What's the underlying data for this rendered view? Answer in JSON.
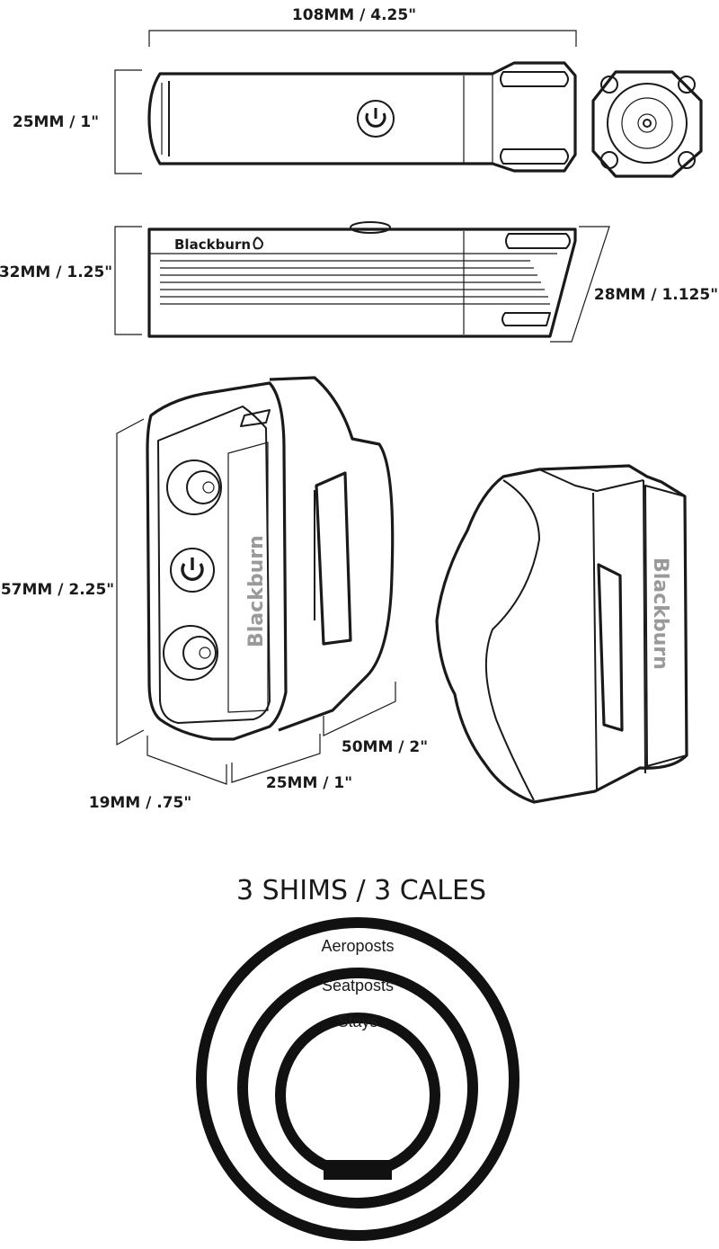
{
  "dimensions": {
    "top_length": "108MM / 4.25\"",
    "top_height": "25MM / 1\"",
    "side_height_left": "32MM / 1.25\"",
    "side_height_right": "28MM / 1.125\"",
    "iso_height": "57MM / 2.25\"",
    "iso_depth": "50MM / 2\"",
    "iso_width": "25MM / 1\"",
    "iso_thickness": "19MM / .75\""
  },
  "brand": {
    "logo_text": "Blackburn"
  },
  "shims": {
    "title": "3 SHIMS / 3 CALES",
    "rings": [
      "Aeroposts",
      "Seatposts",
      "Stays"
    ]
  },
  "colors": {
    "line": "#1a1a1a",
    "panel_fill": "#e6e6e6",
    "logo_grey": "#9a9a9a"
  },
  "icons": [
    "power-icon",
    "circle-button-icon",
    "brand-flame-icon"
  ]
}
